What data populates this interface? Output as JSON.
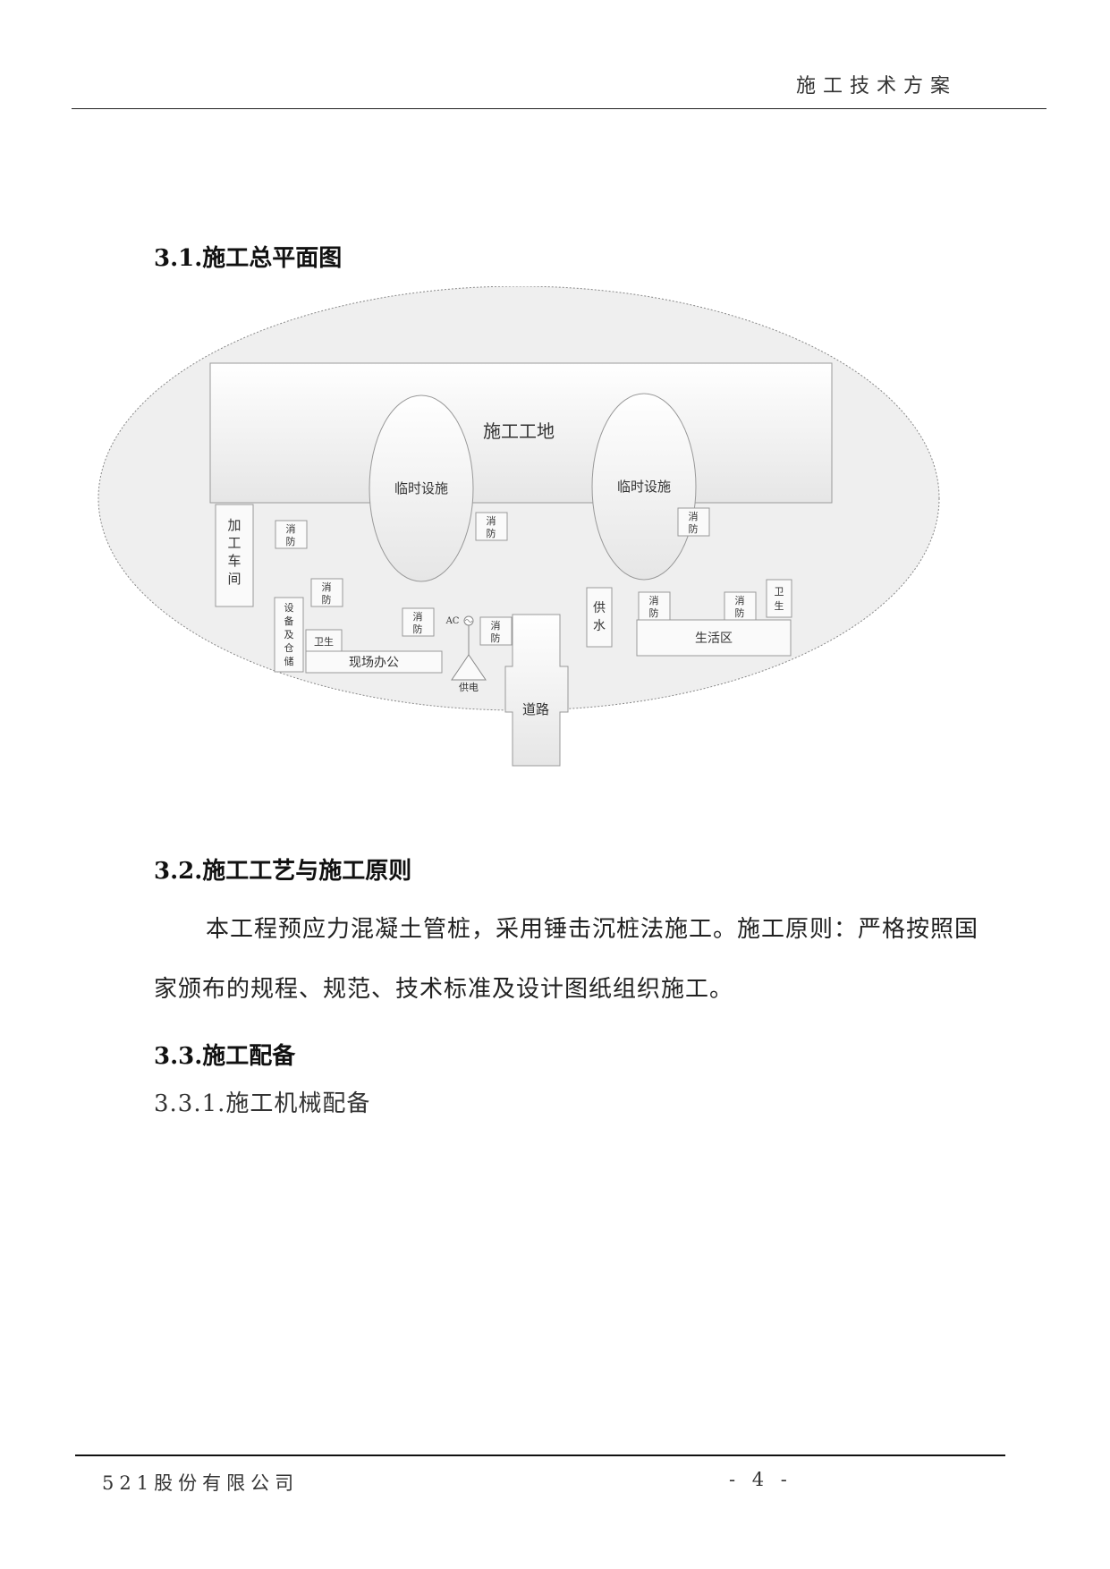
{
  "header": {
    "title": "施工技术方案"
  },
  "sections": {
    "s31": {
      "heading": "3.1.施工总平面图"
    },
    "s32": {
      "heading": "3.2.施工工艺与施工原则",
      "para_line1": "本工程预应力混凝土管桩，采用锤击沉桩法施工。施工原则：严格按照国",
      "para_line2": "家颁布的规程、规范、技术标准及设计图纸组织施工。"
    },
    "s33": {
      "heading": "3.3.施工配备",
      "sub": "3.3.1.施工机械配备"
    }
  },
  "diagram": {
    "site": "施工工地",
    "temp_facility_1": "临时设施",
    "temp_facility_2": "临时设施",
    "workshop": [
      "加",
      "工",
      "车",
      "间"
    ],
    "fire": [
      "消",
      "防"
    ],
    "equipment": [
      "设",
      "备",
      "及",
      "仓",
      "储"
    ],
    "sanitation": "卫生",
    "sanitation_v": [
      "卫",
      "生"
    ],
    "office": "现场办公",
    "ac": "AC",
    "power": "供电",
    "water": [
      "供",
      "水"
    ],
    "living": "生活区",
    "road": "道路"
  },
  "footer": {
    "company": "521股份有限公司",
    "page": "- 4 -"
  }
}
